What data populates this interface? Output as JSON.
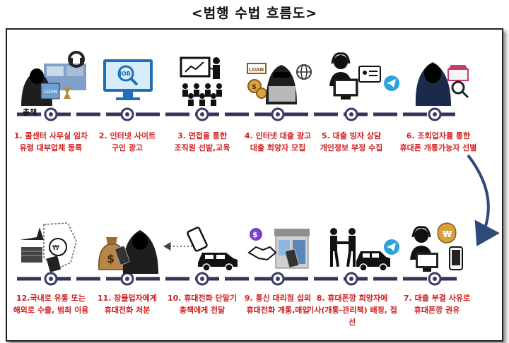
{
  "title": "<범행 수법 흐름도>",
  "boss_label": "총책",
  "colors": {
    "timeline": "#33335a",
    "label_red": "#d11f1f",
    "arrow_blue": "#2e4a7a"
  },
  "steps": [
    {
      "line1": "1. 콜센터 사무실 임차",
      "line2": "유령 대부업체 등록",
      "icon": "hacker-callcenter-icon"
    },
    {
      "line1": "2. 인터넷 사이트",
      "line2": "구인 광고",
      "icon": "job-monitor-icon"
    },
    {
      "line1": "3. 면접을 통한",
      "line2": "조직원 선발,교육",
      "icon": "presentation-audience-icon"
    },
    {
      "line1": "4. 인터넷 대출 광고",
      "line2": "대출 희망자 모집",
      "icon": "loan-ad-laptop-icon"
    },
    {
      "line1": "5. 대출 빙자 상담",
      "line2": "개인정보 부정 수집",
      "icon": "operator-id-icon"
    },
    {
      "line1": "6. 조회업자를 통한",
      "line2": "휴대폰 개통가능자 선별",
      "icon": "hooded-search-icon"
    },
    {
      "line1": "7. 대출 부결 사유로",
      "line2": "휴대폰깡 권유",
      "icon": "operator-money-phone-icon"
    },
    {
      "line1": "8. 휴대폰깡 희망자에",
      "line2": "기사(개통-관리책) 배정, 접선",
      "icon": "handshake-car-icon"
    },
    {
      "line1": "9. 통신 대리점 섭외",
      "line2": "휴대전화 개통,매입",
      "icon": "store-handshake-icon"
    },
    {
      "line1": "10. 휴대전화 단말기",
      "line2": "총책에게 전달",
      "icon": "phone-car-icon"
    },
    {
      "line1": "11. 장물업자에게",
      "line2": "휴대전화 처분",
      "icon": "moneybag-hacker-icon"
    },
    {
      "line1": "12.국내로 유통 또는",
      "line2": "해외로 수출, 범죄 이용",
      "icon": "export-map-icon"
    }
  ]
}
